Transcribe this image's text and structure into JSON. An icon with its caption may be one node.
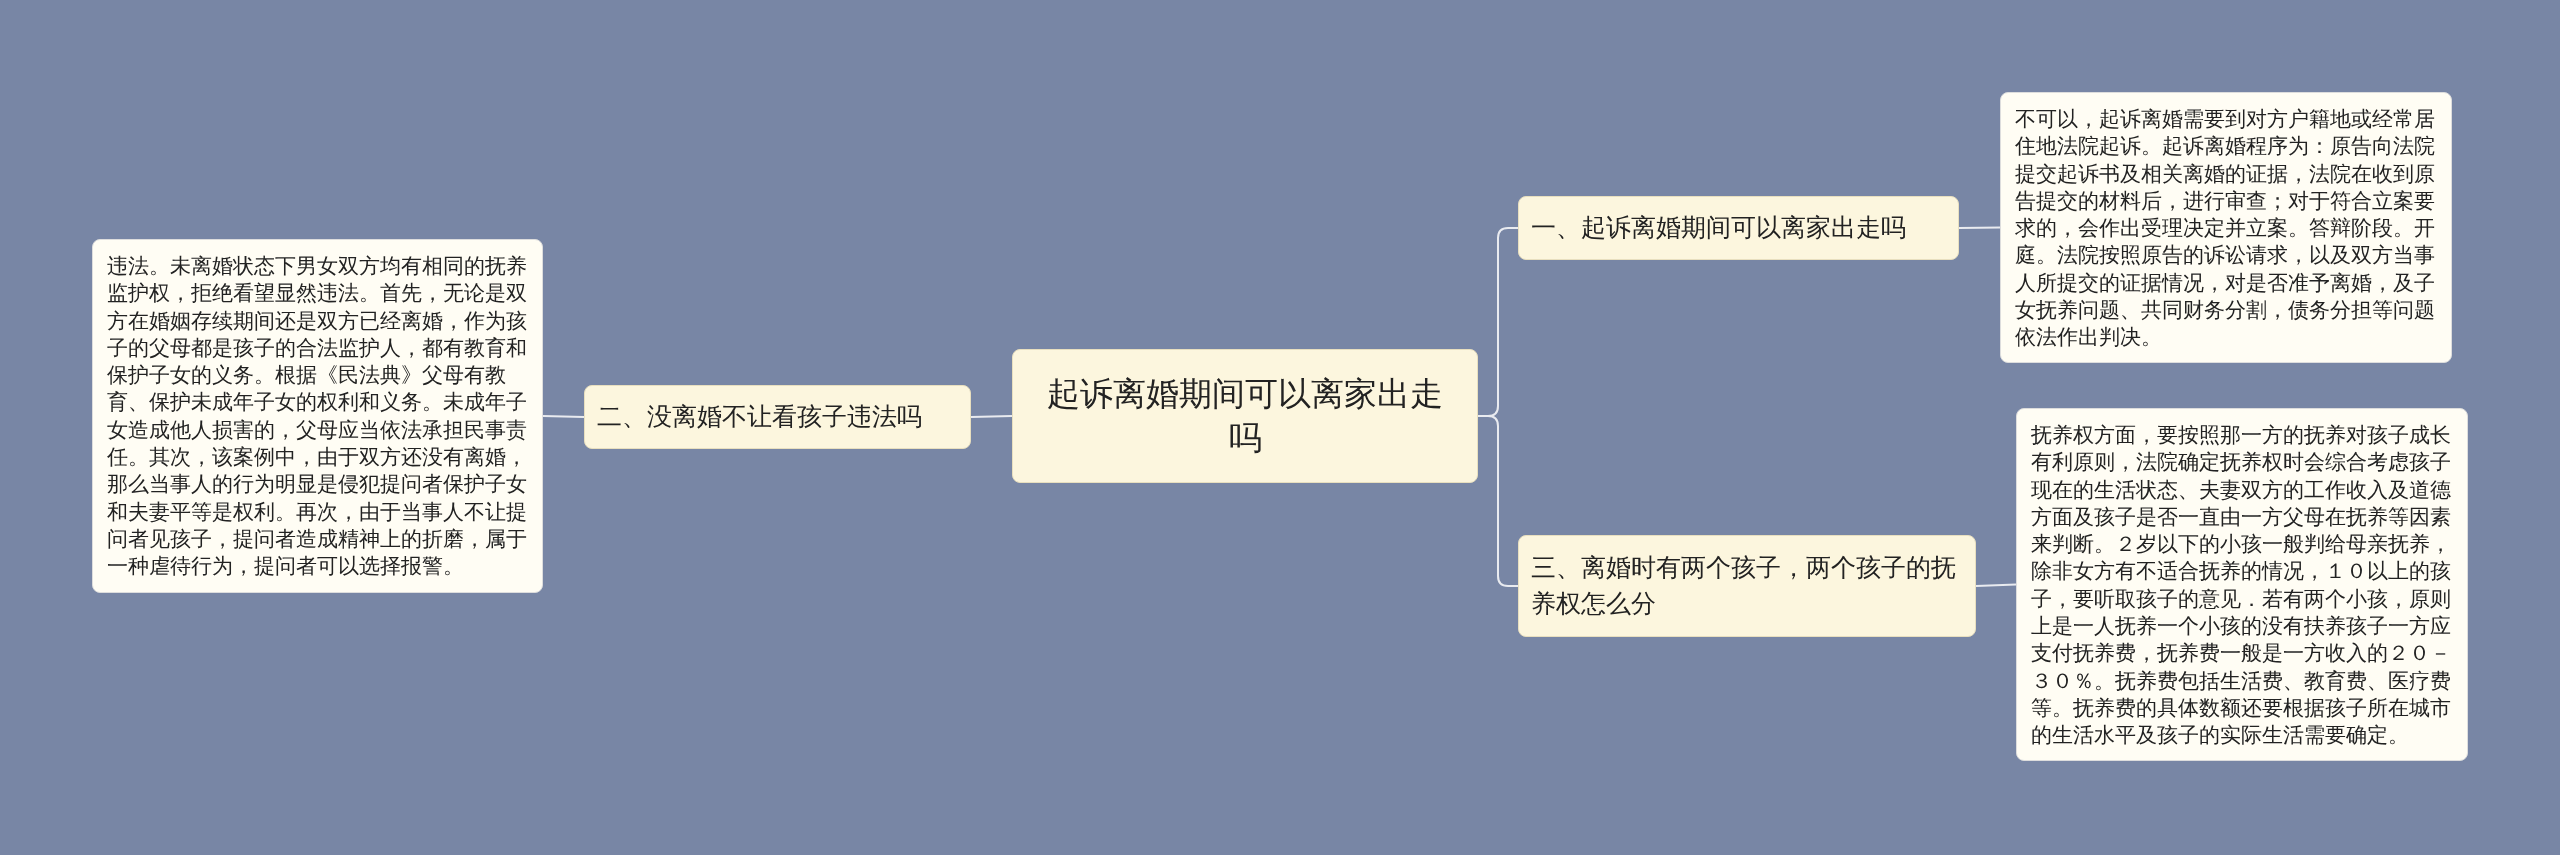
{
  "diagram": {
    "nodes": [
      {
        "text": [
          "起诉离婚期间可以离家出走吗"
        ]
      },
      {
        "text": [
          "一、起诉离婚期间可以离家出走吗"
        ]
      },
      {
        "text": [
          "不可以，起诉离婚需要到对方户籍地或经常居住地法院起诉。起诉离婚程序为：原告向法院提交起诉书及相关离婚的证据，法院在收到原告提交的材料后，进行审查；对于符合立案要求的，会作出受理决定并立案。答辩阶段。开庭。法院按照原告的诉讼请求，以及双方当事人所提交的证据情况，对是否准予离婚，及子女抚养问题、共同财务分割，债务分担等问题依法作出判决。"
        ]
      },
      {
        "text": [
          "二、没离婚不让看孩子违法吗"
        ]
      },
      {
        "text": [
          "违法。未离婚状态下男女双方均有相同的抚养监护权，拒绝看望显然违法。首先，无论是双方在婚姻存续期间还是双方已经离婚，作为孩子的父母都是孩子的合法监护人，都有教育和保护子女的义务。根据《民法典》父母有教育、保护未成年子女的权利和义务。未成年子女造成他人损害的，父母应当依法承担民事责任。其次，该案例中，由于双方还没有离婚，那么当事人的行为明显是侵犯提问者保护子女和夫妻平等是权利。再次，由于当事人不让提问者见孩子，提问者造成精神上的折磨，属于一种虐待行为，提问者可以选择报警。"
        ]
      },
      {
        "text": [
          "三、离婚时有两个孩子，两个孩子的抚养权怎么分"
        ]
      },
      {
        "text": [
          "抚养权方面，要按照那一方的抚养对孩子成长有利原则，法院确定抚养权时会综合考虑孩子现在的生活状态、夫妻双方的工作收入及道德方面及孩子是否一直由一方父母在抚养等因素来判断。２岁以下的小孩一般判给母亲抚养，除非女方有不适合抚养的情况，１０以上的孩子，要听取孩子的意见．若有两个小孩，原则上是一人抚养一个小孩的没有扶养孩子一方应支付抚养费，抚养费一般是一方收入的２０－３０％。抚养费包括生活费、教育费、医疗费等。抚养费的具体数额还要根据孩子所在城市的生活水平及孩子的实际生活需要确定。"
        ]
      }
    ],
    "edges": [
      {
        "from": 0,
        "to": 1,
        "arrow": "none"
      },
      {
        "from": 1,
        "to": 2,
        "arrow": "none"
      },
      {
        "from": 0,
        "to": 3,
        "arrow": "none"
      },
      {
        "from": 3,
        "to": 4,
        "arrow": "none"
      },
      {
        "from": 0,
        "to": 5,
        "arrow": "none"
      },
      {
        "from": 5,
        "to": 6,
        "arrow": "none"
      }
    ]
  }
}
